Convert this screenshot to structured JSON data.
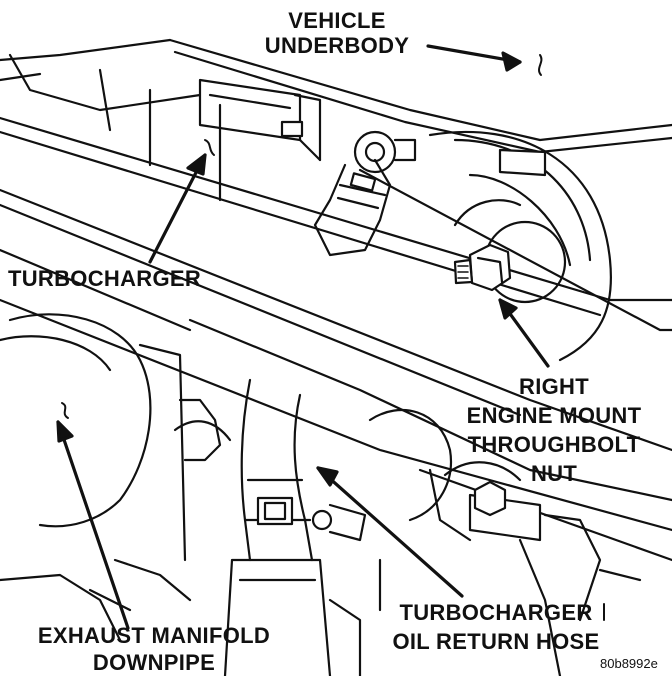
{
  "labels": {
    "vehicle_underbody": [
      "VEHICLE",
      "UNDERBODY"
    ],
    "turbocharger": "TURBOCHARGER",
    "right_engine_mount": [
      "RIGHT",
      "ENGINE MOUNT",
      "THROUGHBOLT",
      "NUT"
    ],
    "oil_return_hose": [
      "TURBOCHARGER",
      "OIL RETURN HOSE"
    ],
    "exhaust_downpipe": [
      "EXHAUST MANIFOLD",
      "DOWNPIPE"
    ]
  },
  "figure_id": "80b8992e",
  "colors": {
    "ink": "#111111",
    "background": "#ffffff"
  }
}
